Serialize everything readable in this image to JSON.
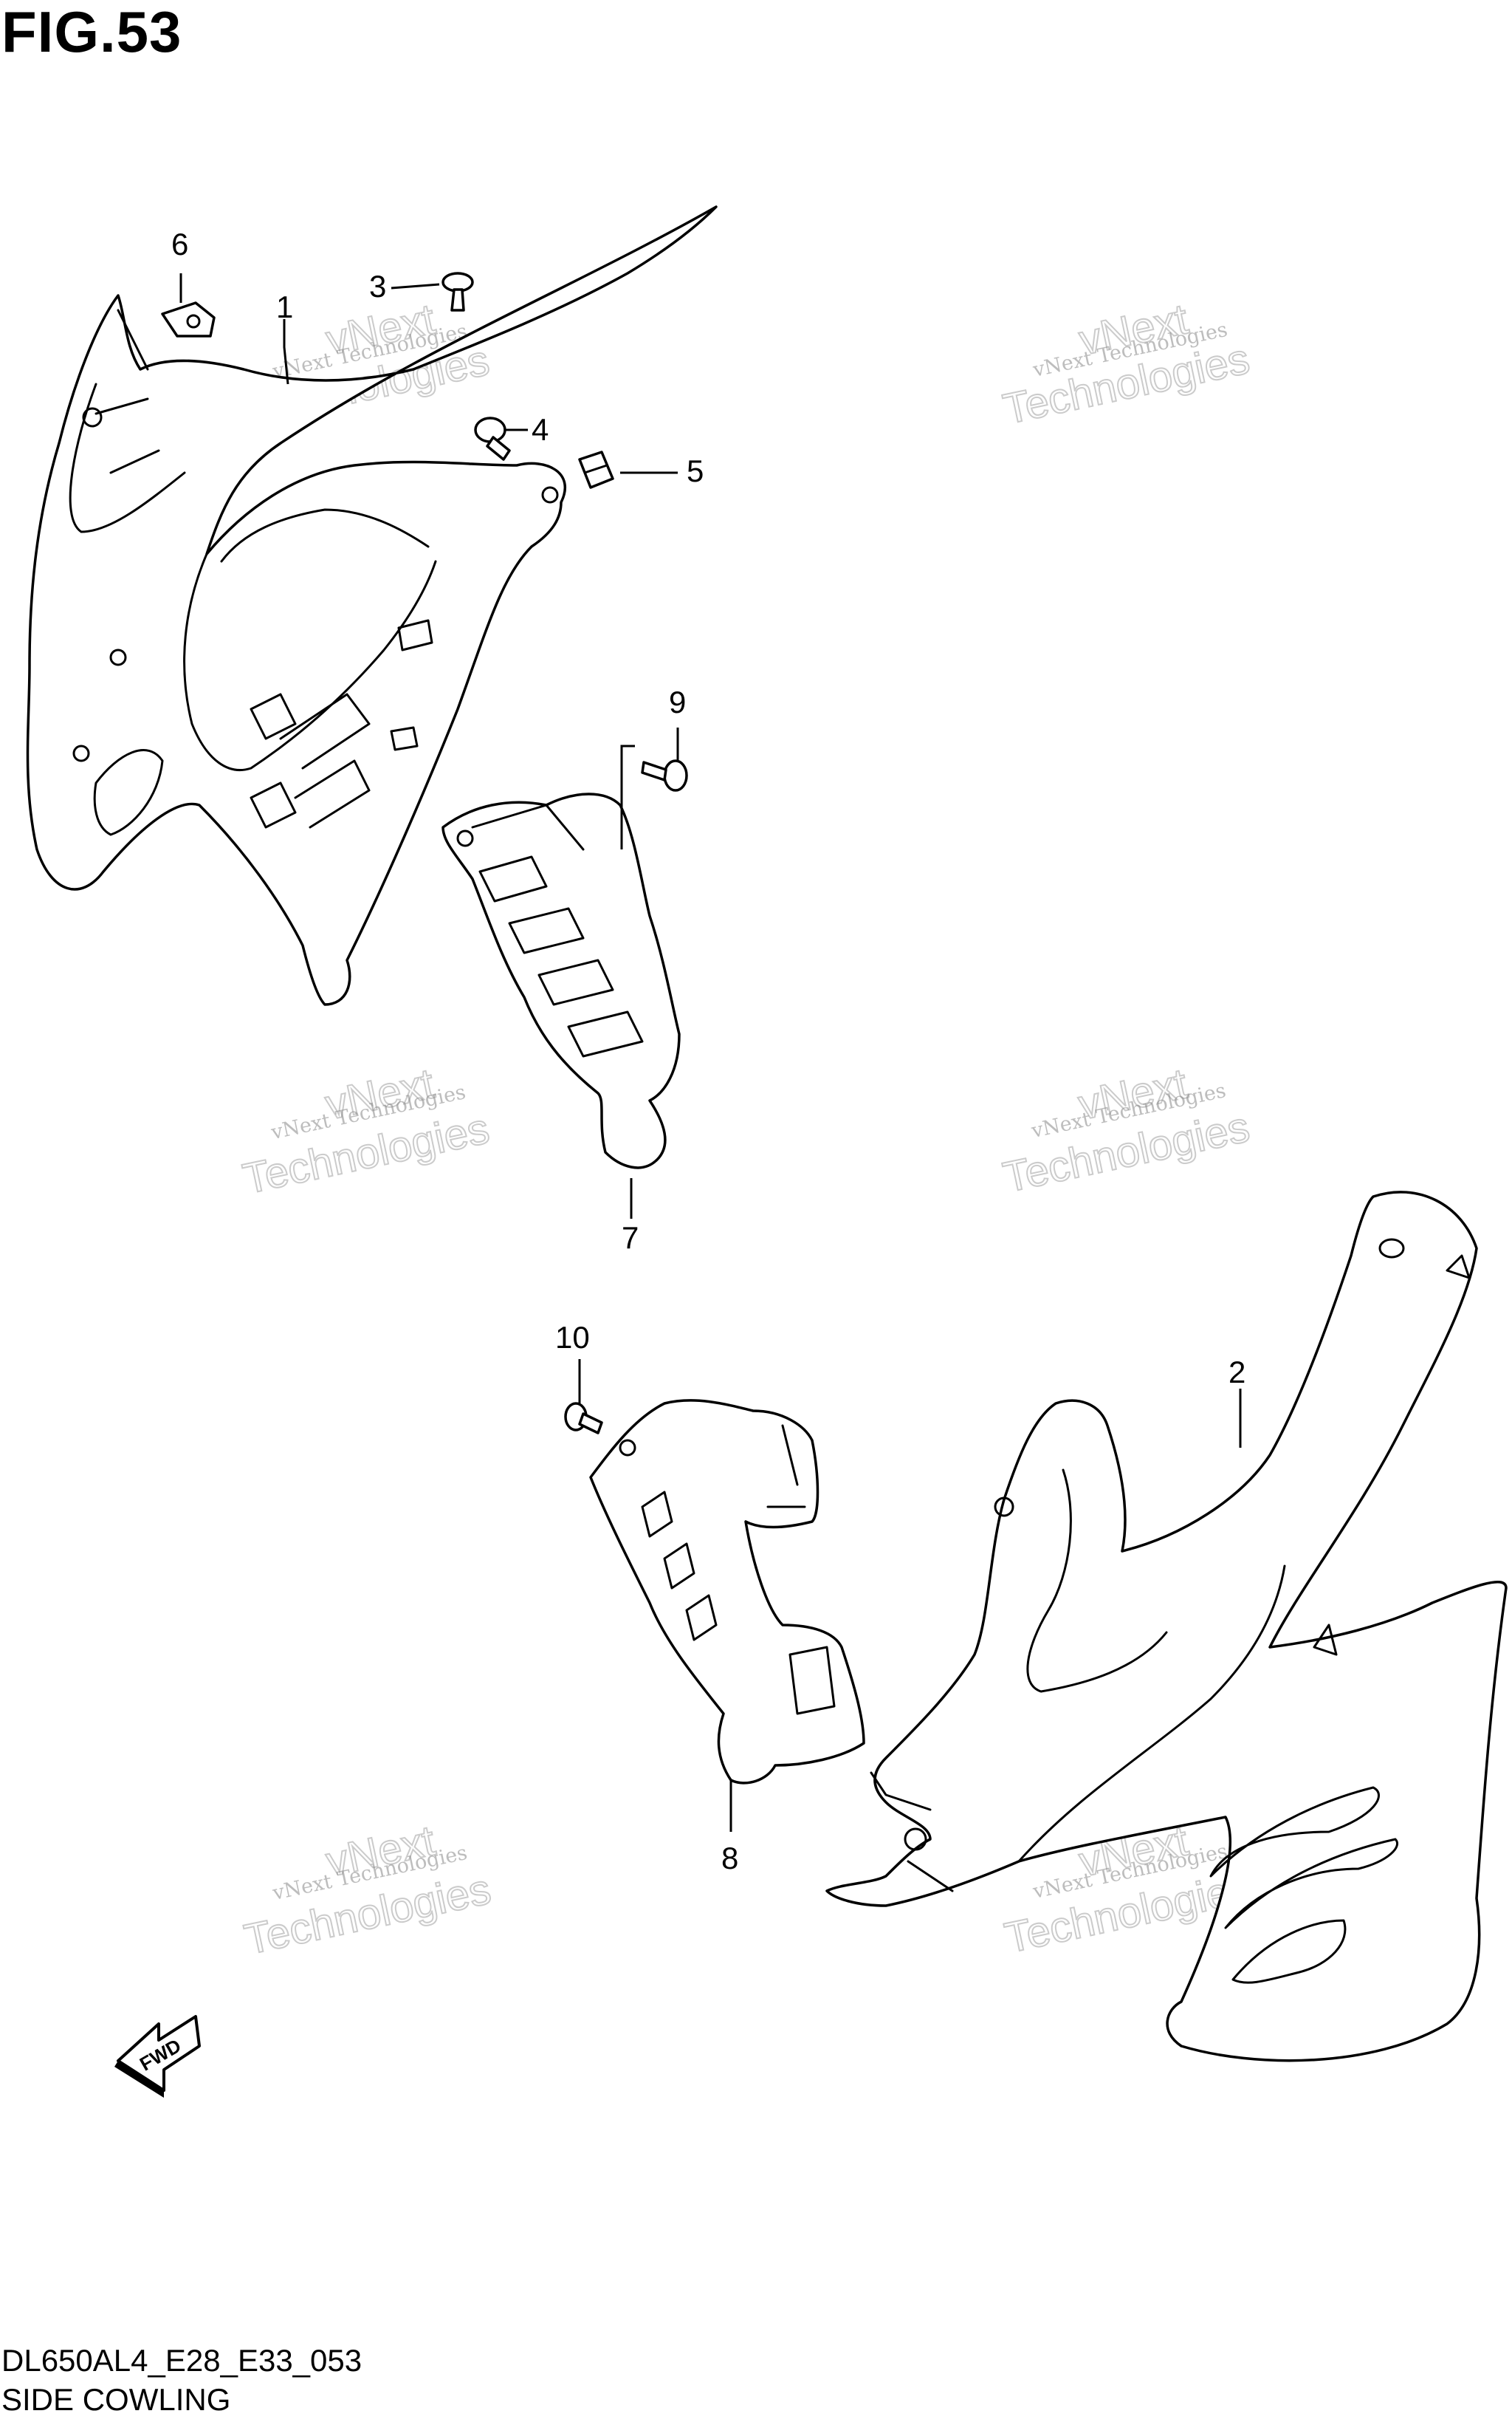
{
  "figure": {
    "title": "FIG.53",
    "code": "DL650AL4_E28_E33_053",
    "name": "SIDE COWLING"
  },
  "callouts": [
    "1",
    "2",
    "3",
    "4",
    "5",
    "6",
    "7",
    "8",
    "9",
    "10"
  ],
  "direction_arrow": {
    "label": "FWD"
  },
  "watermark": {
    "line1": "vNext Technologies",
    "line2": "vNext",
    "line3": "Technologies"
  }
}
